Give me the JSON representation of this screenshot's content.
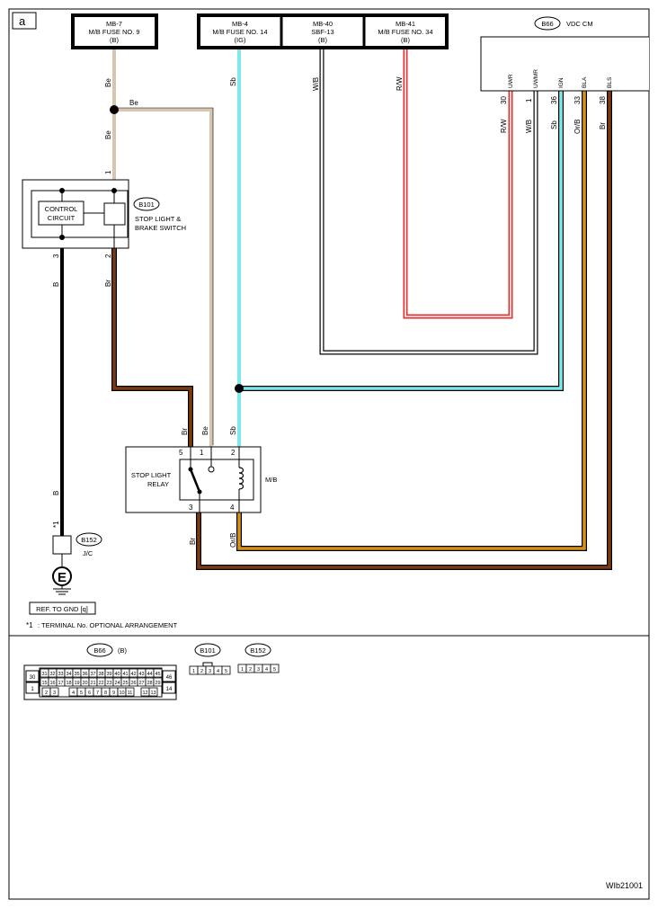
{
  "page": {
    "frame_label": "a",
    "figure_code": "WIb21001"
  },
  "fuses": [
    {
      "line1": "MB-7",
      "line2": "M/B FUSE NO. 9",
      "line3": "(B)"
    },
    {
      "line1": "MB-4",
      "line2": "M/B FUSE NO. 14",
      "line3": "(IG)"
    },
    {
      "line1": "MB-40",
      "line2": "SBF-13",
      "line3": "(B)"
    },
    {
      "line1": "MB-41",
      "line2": "M/B FUSE NO. 34",
      "line3": "(B)"
    }
  ],
  "vdc": {
    "connector": "B66",
    "title": "VDC CM",
    "pins": [
      {
        "name": "UWR",
        "num": "30",
        "wire": "R/W"
      },
      {
        "name": "UWMR",
        "num": "1",
        "wire": "W/B"
      },
      {
        "name": "IGN",
        "num": "36",
        "wire": "Sb"
      },
      {
        "name": "BLA",
        "num": "33",
        "wire": "Or/B"
      },
      {
        "name": "BLS",
        "num": "38",
        "wire": "Br"
      }
    ]
  },
  "brake_switch": {
    "connector": "B101",
    "name_line1": "STOP LIGHT &",
    "name_line2": "BRAKE SWITCH",
    "control_line1": "CONTROL",
    "control_line2": "CIRCUIT",
    "pin_top": "1",
    "pin_ground": "3",
    "pin_out": "2"
  },
  "relay": {
    "name_line1": "STOP LIGHT",
    "name_line2": "RELAY",
    "location": "M/B",
    "pins": {
      "p5": "5",
      "p1": "1",
      "p2": "2",
      "p3": "3",
      "p4": "4"
    }
  },
  "wires": {
    "be_fuse": "Be",
    "be_branch": "Be",
    "be_switch": "Be",
    "sb_fuse": "Sb",
    "wb_fuse": "W/B",
    "rw_fuse": "R/W",
    "b_ground_upper": "B",
    "b_ground_lower": "B",
    "br_switch": "Br",
    "relay_br": "Br",
    "relay_be": "Be",
    "relay_sb": "Sb",
    "relay_br_out": "Br",
    "relay_orb_out": "Or/B",
    "note_mark": "*1"
  },
  "junction": {
    "connector": "B152",
    "label": "J/C",
    "ground_symbol": "E"
  },
  "ref_box": "REF. TO GND [q]",
  "footnote": {
    "mark": "*1",
    "text": ": TERMINAL No. OPTIONAL ARRANGEMENT"
  },
  "colors": {
    "beige": "#d6c5b0",
    "skyblue": "#7ee8ea",
    "red": "#e03434",
    "orange": "#d4901e",
    "brown": "#7a3a12",
    "black": "#000000"
  },
  "connector_views": {
    "b66": {
      "label": "B66",
      "suffix": "(B)",
      "side_left": [
        "30",
        "1"
      ],
      "side_right": [
        "46",
        "14"
      ],
      "row1": [
        "31",
        "32",
        "33",
        "34",
        "35",
        "36",
        "37",
        "38",
        "39",
        "40",
        "41",
        "42",
        "43",
        "44",
        "45"
      ],
      "row2": [
        "15",
        "16",
        "17",
        "18",
        "19",
        "20",
        "21",
        "22",
        "23",
        "24",
        "25",
        "26",
        "27",
        "28",
        "29"
      ],
      "row3a": [
        "2",
        "3"
      ],
      "row3b": [
        "4",
        "5",
        "6",
        "7",
        "8",
        "9",
        "10",
        "11"
      ],
      "row3c": [
        "12",
        "13"
      ]
    },
    "b101": {
      "label": "B101",
      "pins": [
        "1",
        "2",
        "3",
        "4",
        "5"
      ]
    },
    "b152": {
      "label": "B152",
      "pins": [
        "1",
        "2",
        "3",
        "4",
        "5"
      ]
    }
  }
}
